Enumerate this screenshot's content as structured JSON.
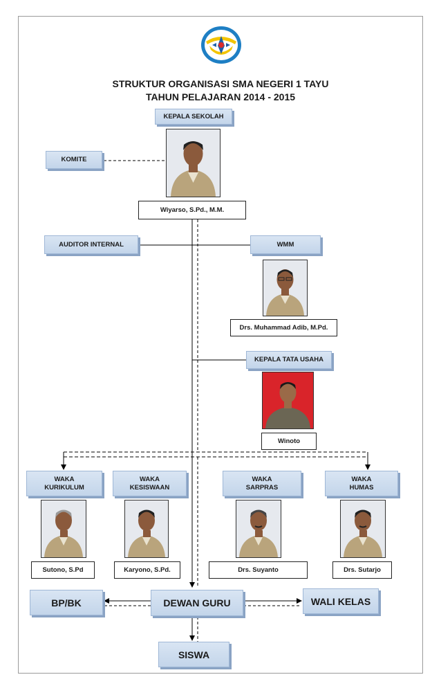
{
  "colors": {
    "box_fill": "#cfdcee",
    "box_border": "#9fb7d6",
    "box_shadow": "#8aa3c4",
    "line": "#000000",
    "photo_uniform": "#b9a47c",
    "photo_red_bg": "#d9242a"
  },
  "icons": {
    "logo": "school-crest-icon"
  },
  "header": {
    "line1": "STRUKTUR ORGANISASI SMA NEGERI 1 TAYU",
    "line2": "TAHUN PELAJARAN 2014 - 2015"
  },
  "nodes": {
    "kepala_sekolah": {
      "role": "KEPALA SEKOLAH",
      "name": "Wiyarso, S.Pd., M.M."
    },
    "komite": {
      "role": "KOMITE"
    },
    "auditor_internal": {
      "role": "AUDITOR INTERNAL"
    },
    "wmm": {
      "role": "WMM",
      "name": "Drs. Muhammad Adib, M.Pd."
    },
    "kepala_tata_usaha": {
      "role": "KEPALA TATA USAHA",
      "name": "Winoto"
    },
    "waka_kurikulum": {
      "role": "WAKA\nKURIKULUM",
      "name": "Sutono, S.Pd"
    },
    "waka_kesiswaan": {
      "role": "WAKA\nKESISWAAN",
      "name": "Karyono, S.Pd."
    },
    "waka_sarpras": {
      "role": "WAKA\nSARPRAS",
      "name": "Drs. Suyanto"
    },
    "waka_humas": {
      "role": "WAKA\nHUMAS",
      "name": "Drs. Sutarjo"
    },
    "bp_bk": {
      "role": "BP/BK"
    },
    "dewan_guru": {
      "role": "DEWAN GURU"
    },
    "wali_kelas": {
      "role": "WALI KELAS"
    },
    "siswa": {
      "role": "SISWA"
    }
  }
}
